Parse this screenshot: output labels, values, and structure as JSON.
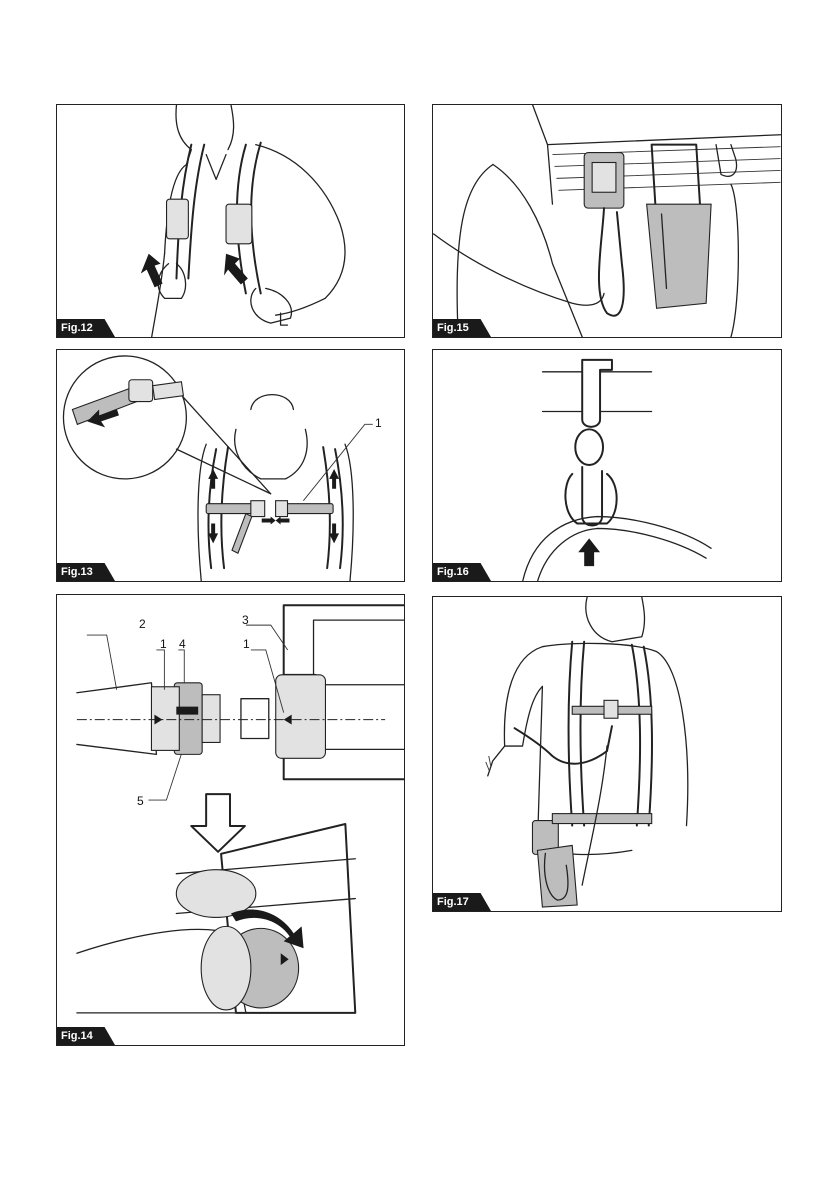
{
  "figures": [
    {
      "id": "fig12",
      "label": "Fig.12",
      "callouts": []
    },
    {
      "id": "fig15",
      "label": "Fig.15",
      "callouts": []
    },
    {
      "id": "fig13",
      "label": "Fig.13",
      "callouts": [
        "1"
      ]
    },
    {
      "id": "fig16",
      "label": "Fig.16",
      "callouts": []
    },
    {
      "id": "fig14",
      "label": "Fig.14",
      "callouts": [
        "2",
        "1",
        "4",
        "3",
        "1",
        "5"
      ]
    },
    {
      "id": "fig17",
      "label": "Fig.17",
      "callouts": []
    }
  ]
}
